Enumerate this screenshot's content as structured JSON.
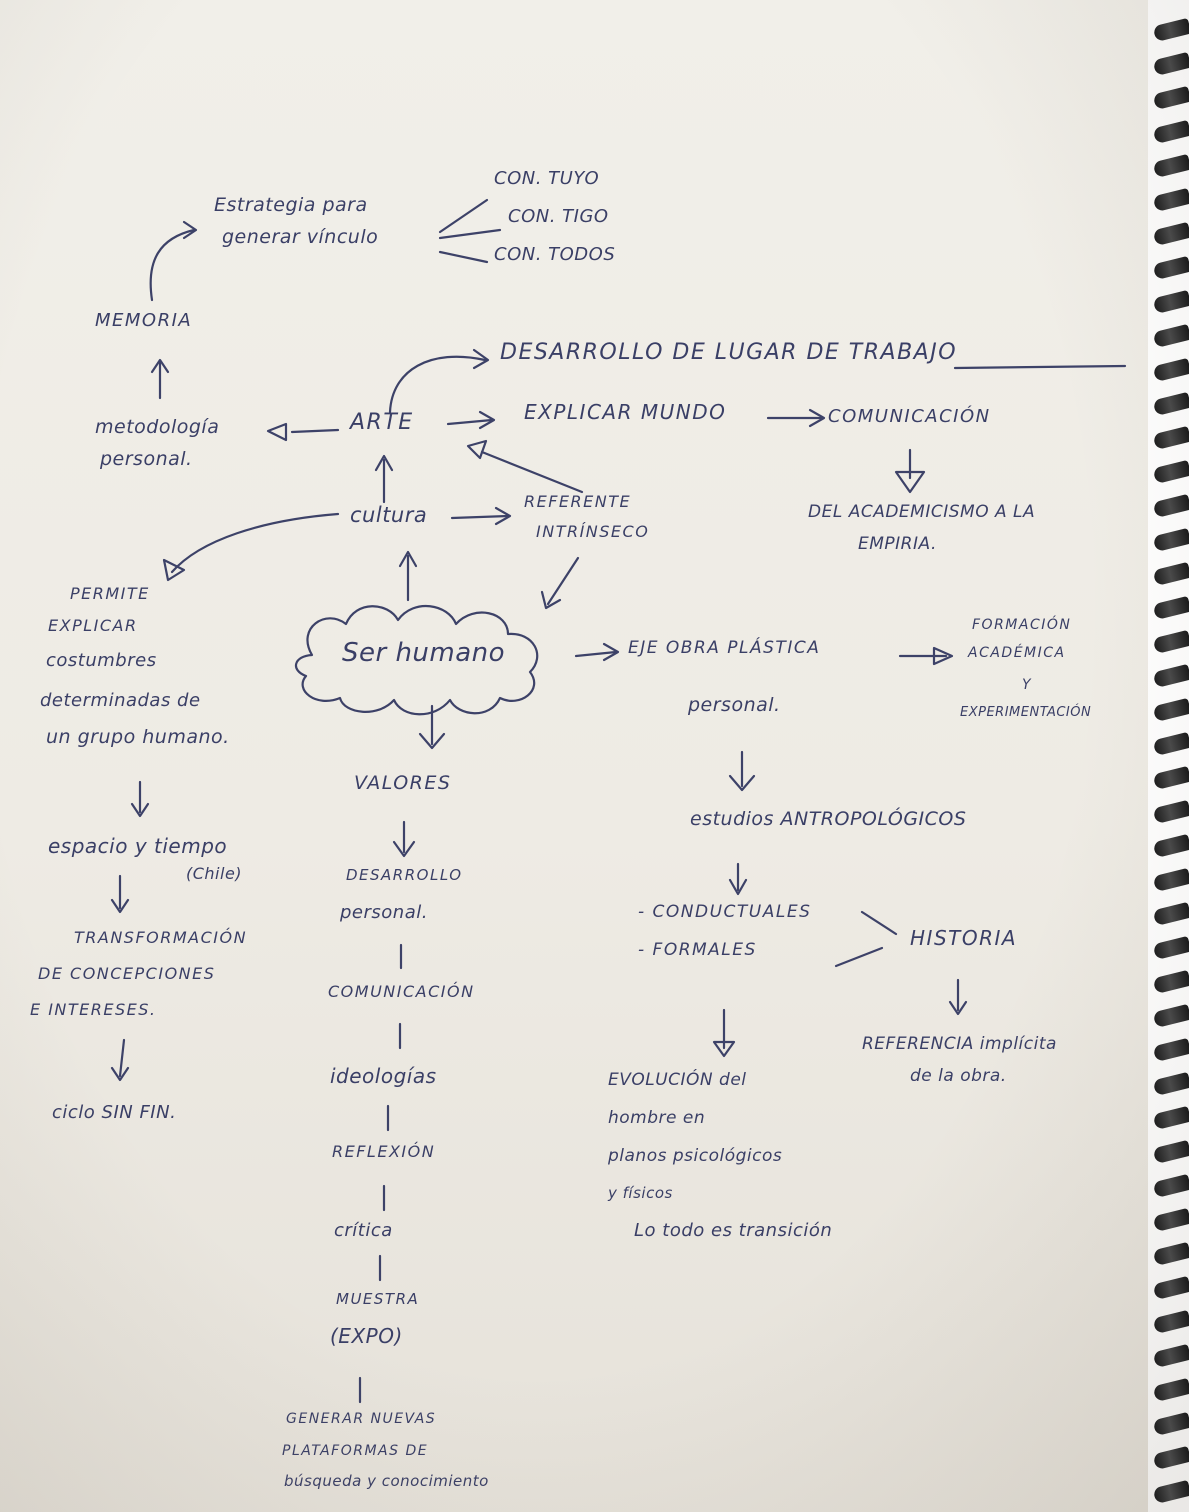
{
  "nodes": {
    "con_tuyo": "CON. TUYO",
    "con_tigo": "CON. TIGO",
    "con_todos": "CON. TODOS",
    "estrategia_1": "Estrategia para",
    "estrategia_2": "generar vínculo",
    "memoria": "MEMORIA",
    "desarrollo_taller": "DESARROLLO DE LUGAR DE TRABAJO",
    "metodologia_1": "metodología",
    "metodologia_2": "personal.",
    "arte": "ARTE",
    "explicar_mundo": "EXPLICAR MUNDO",
    "comunicacion": "COMUNICACIÓN",
    "academicismo_1": "DEL ACADEMICISMO A LA",
    "academicismo_2": "EMPIRIA.",
    "cultura": "cultura",
    "referente_1": "REFERENTE",
    "referente_2": "INTRÍNSECO",
    "permite_1": "PERMITE",
    "permite_2": "EXPLICAR",
    "permite_3": "costumbres",
    "permite_4": "determinadas de",
    "permite_5": "un grupo humano.",
    "ser_humano": "Ser humano",
    "eje_obra_1": "EJE OBRA PLÁSTICA",
    "eje_obra_2": "personal.",
    "formacion_1": "FORMACIÓN",
    "formacion_2": "ACADÉMICA",
    "formacion_3": "Y",
    "formacion_4": "EXPERIMENTACIÓN",
    "espacio_tiempo": "espacio y tiempo",
    "chile": "(Chile)",
    "transformacion_1": "TRANSFORMACIÓN",
    "transformacion_2": "DE CONCEPCIONES",
    "transformacion_3": "E INTERESES.",
    "ciclo": "ciclo SIN FIN.",
    "valores": "VALORES",
    "desarrollo_personal_1": "DESARROLLO",
    "desarrollo_personal_2": "personal.",
    "comunicacion_2": "COMUNICACIÓN",
    "ideologias": "ideologías",
    "reflexion": "REFLEXIÓN",
    "critica": "crítica",
    "muestra_1": "MUESTRA",
    "muestra_2": "(EXPO)",
    "generar_1": "GENERAR NUEVAS",
    "generar_2": "PLATAFORMAS DE",
    "generar_3": "búsqueda y conocimiento",
    "estudios": "estudios ANTROPOLÓGICOS",
    "conductuales": "- CONDUCTUALES",
    "formales": "- FORMALES",
    "historia": "HISTORIA",
    "referencia_1": "REFERENCIA implícita",
    "referencia_2": "de la obra.",
    "evolucion_1": "EVOLUCIÓN del",
    "evolucion_2": "hombre en",
    "evolucion_3": "planos psicológicos",
    "evolucion_4": "y físicos",
    "transicion": "Lo todo es transición"
  },
  "colors": {
    "ink": "#3a3f66",
    "paper": "#eeebe4",
    "binding": "#1f1f1f"
  }
}
